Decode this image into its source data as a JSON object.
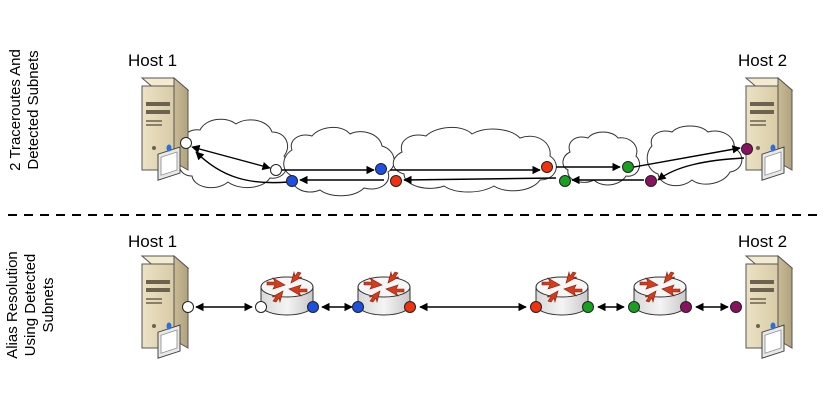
{
  "top_section": {
    "label_line1": "2 Traceroutes And",
    "label_line2": "Detected Subnets",
    "host_left": "Host 1",
    "host_right": "Host 2"
  },
  "bottom_section": {
    "label_line1": "Alias Resolution",
    "label_line2": "Using Detected",
    "label_line3": "Subnets",
    "host_left": "Host 1",
    "host_right": "Host 2"
  },
  "colors": {
    "white_iface": "#ffffff",
    "blue_iface": "#1f4fe0",
    "red_iface": "#f0320f",
    "green_iface": "#18a020",
    "purple_iface": "#8a1060",
    "router_arrows": "#d93a1a"
  },
  "icons": [
    "server-icon",
    "router-icon",
    "cloud-icon",
    "interface-dot-icon"
  ]
}
